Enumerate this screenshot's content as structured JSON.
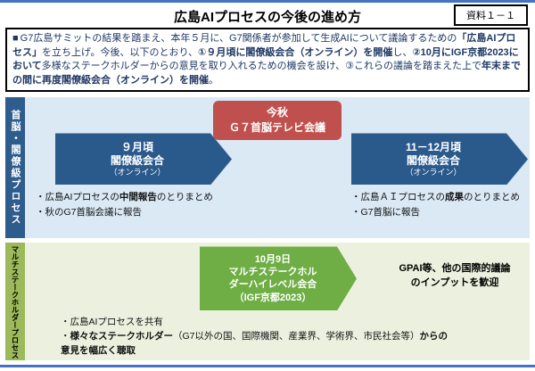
{
  "page": {
    "title": "広島AIプロセスの今後の進め方",
    "doc_label": "資料１－１"
  },
  "colors": {
    "accent_blue": "#4472C4",
    "process1_bar": "#2D5C8D",
    "process1_bg": "#DBE9F5",
    "arrow_blue": "#2A5A8C",
    "autumn_red": "#C0504D",
    "process2_bar": "#9CBA5A",
    "process2_bg": "#ECF1DF",
    "arrow_green": "#6FAE44"
  },
  "summary": {
    "marker": "■",
    "segments": [
      {
        "text": "G7広島サミットの結果を踏まえ、本年５月に、G7関係者が参加して生成AIについて議論するための",
        "bold": false
      },
      {
        "text": "「広島AIプロセス」",
        "bold": true
      },
      {
        "text": "を立ち上げ。今後、以下のとおり、",
        "bold": false
      },
      {
        "text": "①９月頃に閣僚級会合（オンライン）を開催",
        "bold": true
      },
      {
        "text": "し、",
        "bold": false
      },
      {
        "text": "②10月にIGF京都2023において",
        "bold": true
      },
      {
        "text": "多様なステークホルダーからの意見を取り入れるための機会を設け、③これらの議論を踏まえた上で",
        "bold": false
      },
      {
        "text": "年末までの間に再度閣僚級会合（オンライン）を開催",
        "bold": true
      },
      {
        "text": "。",
        "bold": false
      }
    ]
  },
  "ministerial": {
    "side_label": "首脳・閣僚級プロセス",
    "autumn_meeting": {
      "line1": "今秋",
      "line2": "Ｇ７首脳テレビ会議"
    },
    "september_meeting": {
      "line1": "９月頃",
      "line2": "閣僚級会合",
      "line3": "（オンライン）"
    },
    "novdec_meeting": {
      "line1": "11－12月頃",
      "line2": "閣僚級会合",
      "line3": "（オンライン）"
    },
    "september_bullets": [
      {
        "pre": "・広島AIプロセスの",
        "bold": "中間報告",
        "post": "のとりまとめ"
      },
      {
        "pre": "・秋のG7首脳会議に報告",
        "bold": "",
        "post": ""
      }
    ],
    "novdec_bullets": [
      {
        "pre": "・広島ＡＩプロセスの",
        "bold": "成果",
        "post": "のとりまとめ"
      },
      {
        "pre": "・G7首脳に報告",
        "bold": "",
        "post": ""
      }
    ]
  },
  "multistakeholder": {
    "side_label": "マルチステークホルダープロセス",
    "highlevel_meeting": {
      "line1": "10月9日",
      "line2": "マルチステークホル",
      "line3": "ダーハイレベル会合",
      "line4": "（IGF京都2023）"
    },
    "gpai_note": {
      "line1": "GPAI等、他の国際的議論",
      "line2": "のインプットを歓迎"
    },
    "bullet1": "・広島AIプロセスを共有",
    "bullet2_segments": [
      {
        "text": "・",
        "bold": false
      },
      {
        "text": "様々なステークホルダー",
        "bold": true
      },
      {
        "text": "（G7以外の国、国際機関、産業界、学術界、市民社会等）",
        "bold": false
      },
      {
        "text": "からの意見を幅広く聴取",
        "bold": true
      }
    ]
  }
}
